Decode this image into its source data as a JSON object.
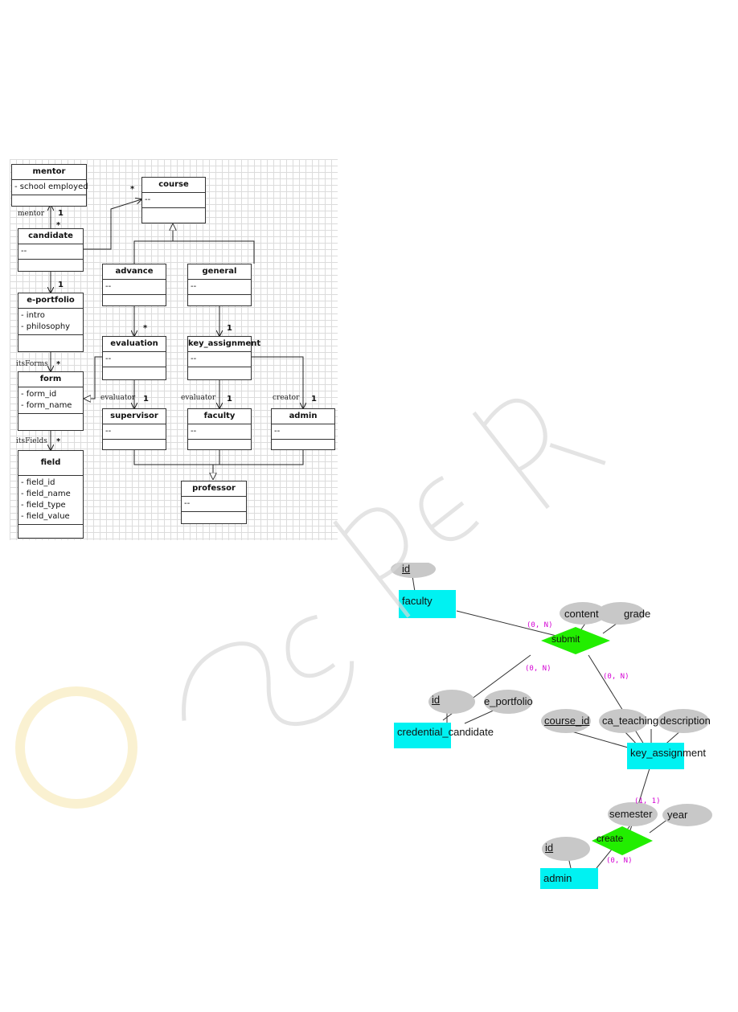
{
  "uml": {
    "classes": {
      "mentor": {
        "name": "mentor",
        "attrs": [
          "- school employed"
        ]
      },
      "course": {
        "name": "course",
        "attrs": [
          "--"
        ]
      },
      "candidate": {
        "name": "candidate",
        "attrs": [
          "--"
        ]
      },
      "advance": {
        "name": "advance",
        "attrs": [
          "--"
        ]
      },
      "general": {
        "name": "general",
        "attrs": [
          "--"
        ]
      },
      "eportfolio": {
        "name": "e-portfolio",
        "attrs": [
          "- intro",
          "- philosophy"
        ]
      },
      "evaluation": {
        "name": "evaluation",
        "attrs": [
          "--"
        ]
      },
      "key_assignment": {
        "name": "key_assignment",
        "attrs": [
          "--"
        ]
      },
      "form": {
        "name": "form",
        "attrs": [
          "- form_id",
          "- form_name"
        ]
      },
      "supervisor": {
        "name": "supervisor",
        "attrs": [
          "--"
        ]
      },
      "faculty": {
        "name": "faculty",
        "attrs": [
          "--"
        ]
      },
      "admin": {
        "name": "admin",
        "attrs": [
          "--"
        ]
      },
      "field": {
        "name": "field",
        "attrs": [
          "- field_id",
          "- field_name",
          "- field_type",
          "- field_value"
        ]
      },
      "professor": {
        "name": "professor",
        "attrs": [
          "--"
        ]
      }
    },
    "roles": {
      "mentor": "mentor",
      "itsForms": "itsForms",
      "itsFields": "itsFields",
      "evaluator1": "evaluator",
      "evaluator2": "evaluator",
      "creator": "creator"
    },
    "mult": {
      "one": "1",
      "many": "*"
    }
  },
  "er": {
    "entities": {
      "faculty": "faculty",
      "credential_candidate": "credential_candidate",
      "key_assignment": "key_assignment",
      "admin": "admin"
    },
    "relationships": {
      "submit": "submit",
      "create": "create"
    },
    "attributes": {
      "faculty_id": "id",
      "content": "content",
      "grade": "grade",
      "cc_id": "id",
      "e_portfolio": "e_portfolio",
      "course_id": "course_id",
      "ca_teaching": "ca_teaching",
      "description": "description",
      "semester": "semester",
      "year": "year",
      "admin_id": "id"
    },
    "cardinalities": {
      "c1": "(0, N)",
      "c2": "(0, N)",
      "c3": "(0, N)",
      "c4": "(1, 1)",
      "c5": "(0, N)"
    }
  },
  "colors": {
    "entity": "#00f2f2",
    "relationship": "#22ee00",
    "attribute": "#c8c8c8",
    "cardinality": "#d400d4"
  }
}
